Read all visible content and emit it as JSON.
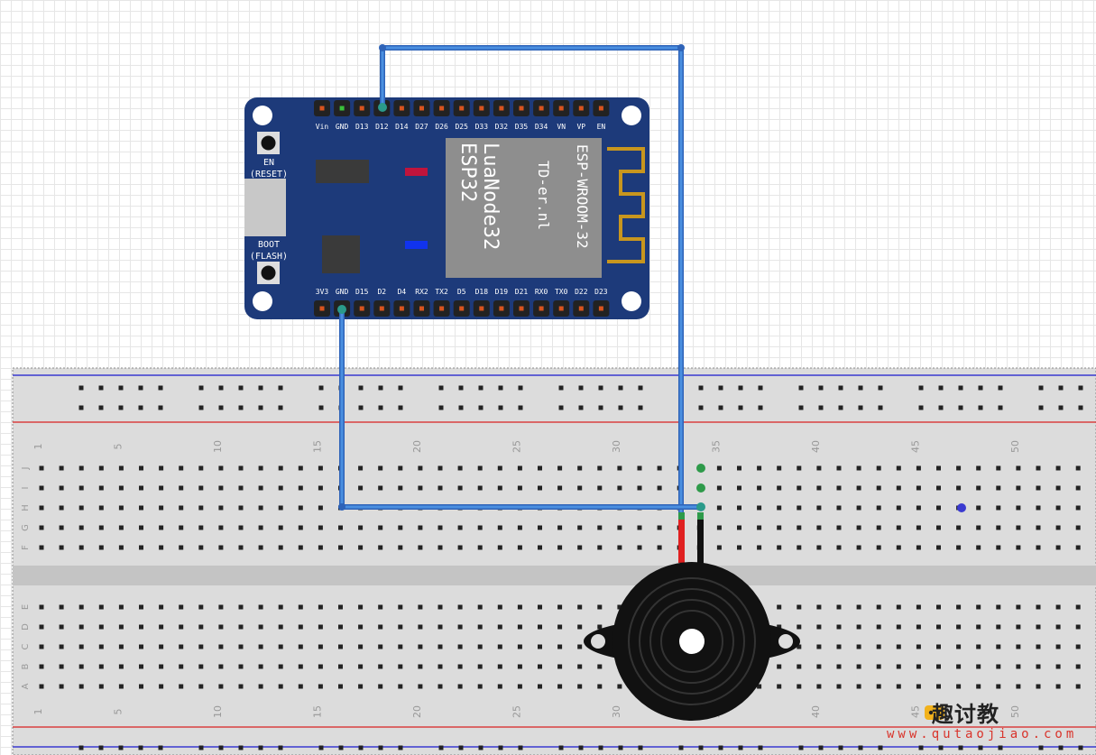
{
  "board": {
    "top_pins": [
      "Vin",
      "GND",
      "D13",
      "D12",
      "D14",
      "D27",
      "D26",
      "D25",
      "D33",
      "D32",
      "D35",
      "D34",
      "VN",
      "VP",
      "EN"
    ],
    "bottom_pins": [
      "3V3",
      "GND",
      "D15",
      "D2",
      "D4",
      "RX2",
      "TX2",
      "D5",
      "D18",
      "D19",
      "D21",
      "RX0",
      "TX0",
      "D22",
      "D23"
    ],
    "chip_title": "LuaNode32",
    "chip_subtitle": "ESP32",
    "module_name": "ESP-WROOM-32",
    "module_vendor": "TD-er.nl",
    "en_label": "EN",
    "reset_label": "(RESET)",
    "boot_label": "BOOT",
    "flash_label": "(FLASH)"
  },
  "breadboard": {
    "column_numbers": [
      "1",
      "5",
      "10",
      "15",
      "20",
      "25",
      "30",
      "35",
      "40",
      "45",
      "50"
    ],
    "rows_top": [
      "J",
      "I",
      "H",
      "G",
      "F"
    ],
    "rows_bottom": [
      "E",
      "D",
      "C",
      "B",
      "A"
    ]
  },
  "colors": {
    "board": "#1d3a7a",
    "wire": "#3a7fd5",
    "buzzer": "#111111",
    "lead_red": "#e02020",
    "lead_black": "#111111",
    "rail_red": "#d94040",
    "rail_blue": "#3a3ad0"
  },
  "watermark": {
    "title": "趣讨教",
    "url": "www.qutaojiao.com"
  }
}
